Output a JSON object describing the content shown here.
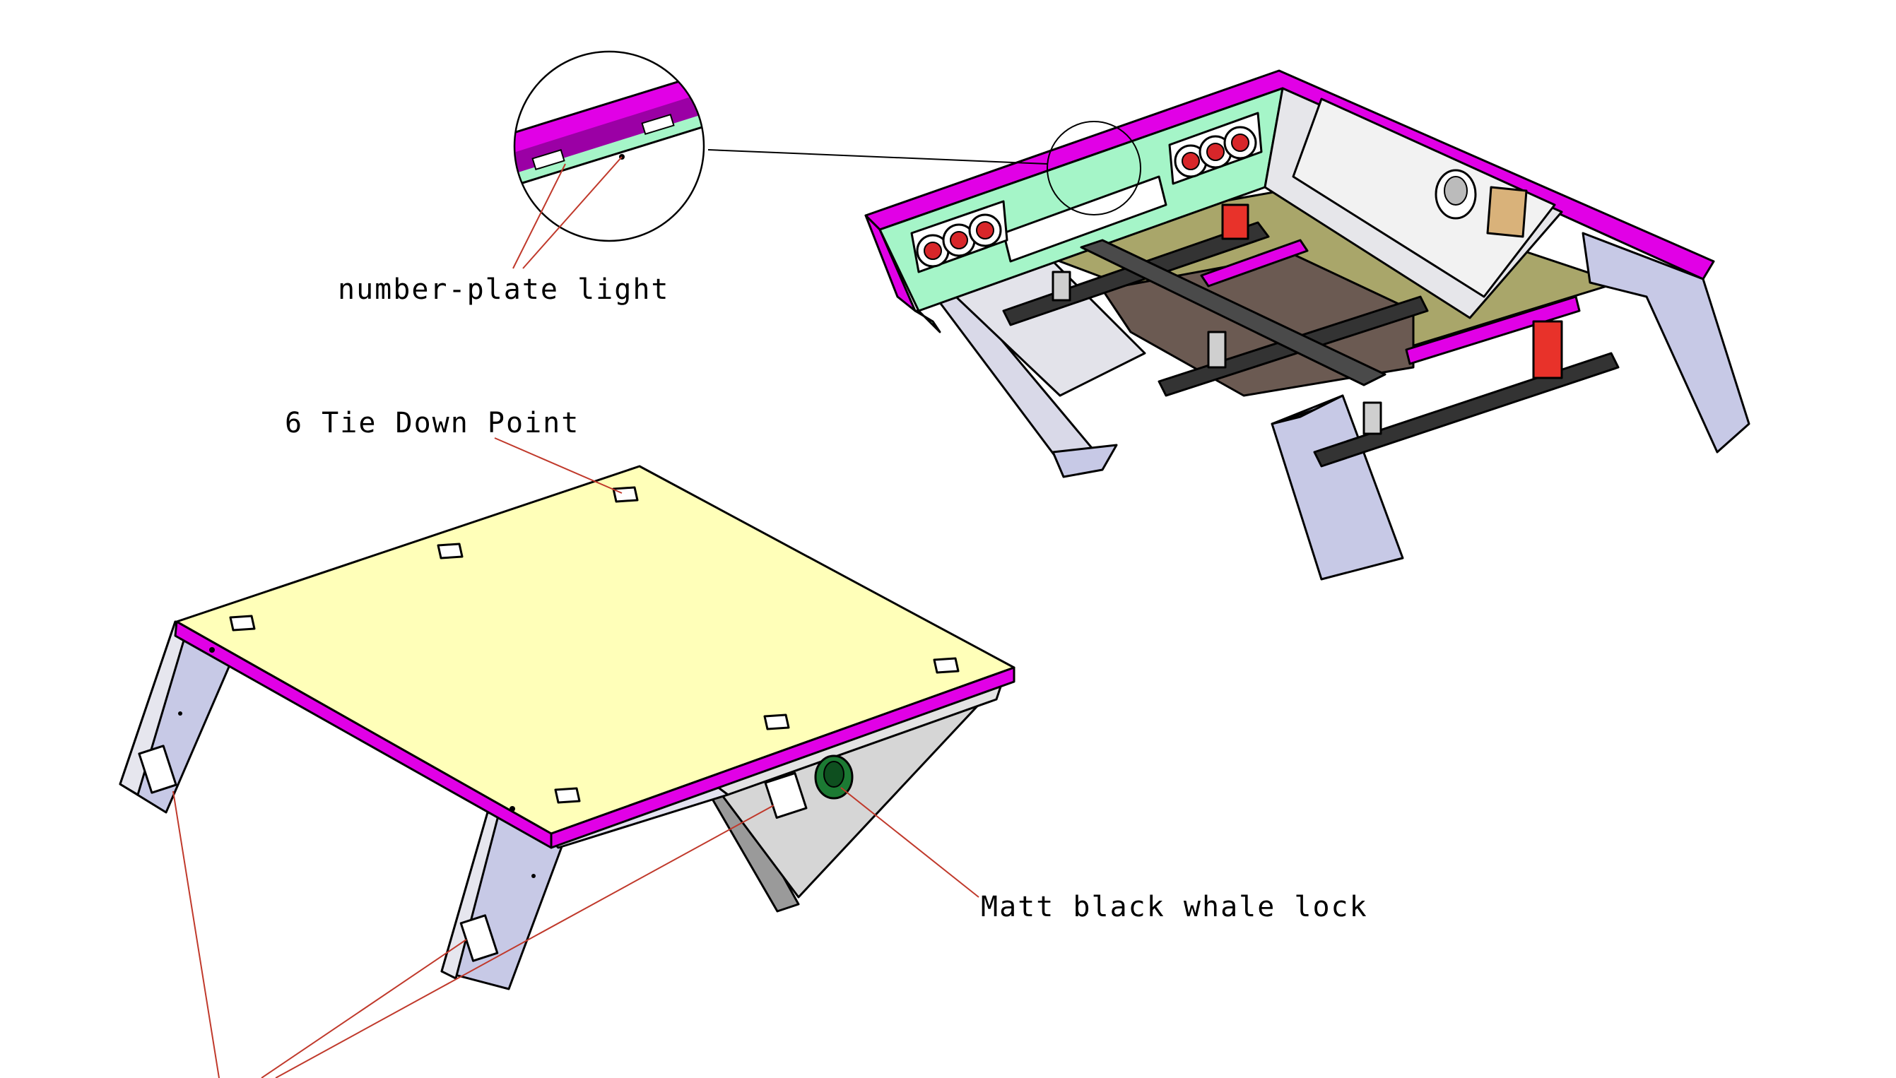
{
  "labels": {
    "number_plate_light": "number-plate light",
    "tie_down_point": "6 Tie Down Point",
    "whale_lock": "Matt black whale lock"
  },
  "colors": {
    "frame_trim": "#e100e6",
    "rear_panel": "#a5f5c8",
    "top_deck": "#ffffb9",
    "side_panel": "#d9d9e8",
    "leg": "#c7c9e6",
    "floor_olive": "#a9a66a",
    "floor_brown": "#6b5a52",
    "rail": "#333333",
    "bracket_red": "#e8322a",
    "tail_light_red": "#d8262a",
    "leader_red": "#c0392b",
    "hatch_tan": "#d9b27a"
  },
  "icons": [
    "tail-light-icon",
    "tie-down-icon",
    "whale-lock-icon",
    "warning-sticker-icon"
  ]
}
